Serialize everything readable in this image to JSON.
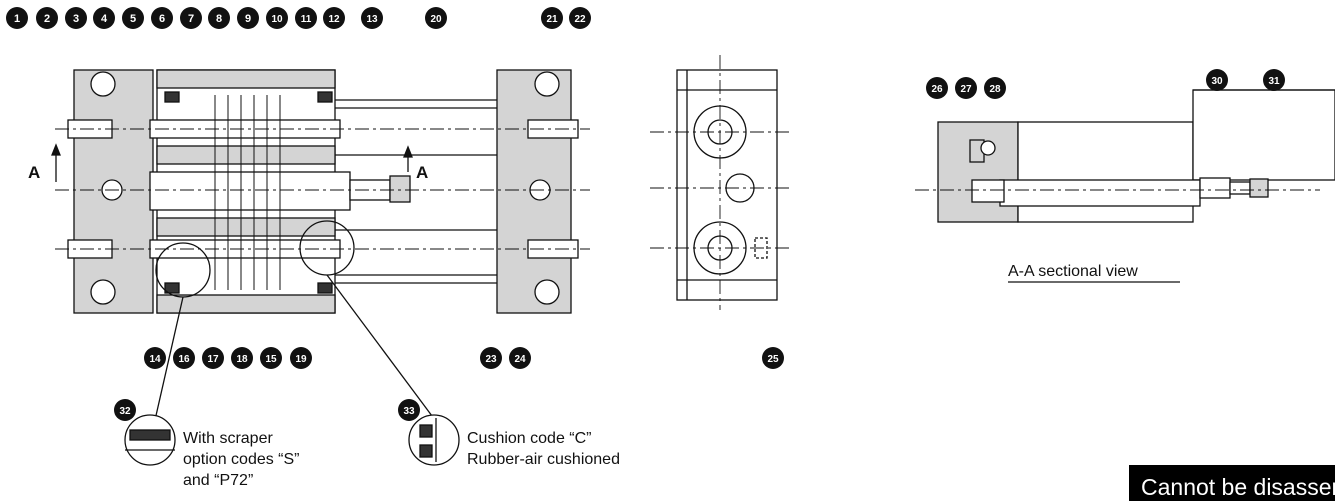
{
  "callouts": [
    {
      "n": "1"
    },
    {
      "n": "2"
    },
    {
      "n": "3"
    },
    {
      "n": "4"
    },
    {
      "n": "5"
    },
    {
      "n": "6"
    },
    {
      "n": "7"
    },
    {
      "n": "8"
    },
    {
      "n": "9"
    },
    {
      "n": "10"
    },
    {
      "n": "11"
    },
    {
      "n": "12"
    },
    {
      "n": "13"
    },
    {
      "n": "20"
    },
    {
      "n": "21"
    },
    {
      "n": "22"
    },
    {
      "n": "14"
    },
    {
      "n": "16"
    },
    {
      "n": "17"
    },
    {
      "n": "18"
    },
    {
      "n": "15"
    },
    {
      "n": "19"
    },
    {
      "n": "23"
    },
    {
      "n": "24"
    },
    {
      "n": "25"
    },
    {
      "n": "26"
    },
    {
      "n": "27"
    },
    {
      "n": "28"
    },
    {
      "n": "30"
    },
    {
      "n": "31"
    },
    {
      "n": "32"
    },
    {
      "n": "33"
    }
  ],
  "section_marks": {
    "left": "A",
    "right": "A"
  },
  "section_view_label": "A-A sectional view",
  "scraper_note": {
    "line1": "With scraper",
    "line2": "option codes “S”",
    "line3": "and “P72”"
  },
  "cushion_note": {
    "line1": "Cushion code “C”",
    "line2": "Rubber-air cushioned"
  },
  "banner": "Cannot be disassembled",
  "colors": {
    "part_fill": "#d4d4d4",
    "line": "#111111",
    "callout_bg": "#111111",
    "callout_text": "#ffffff"
  }
}
